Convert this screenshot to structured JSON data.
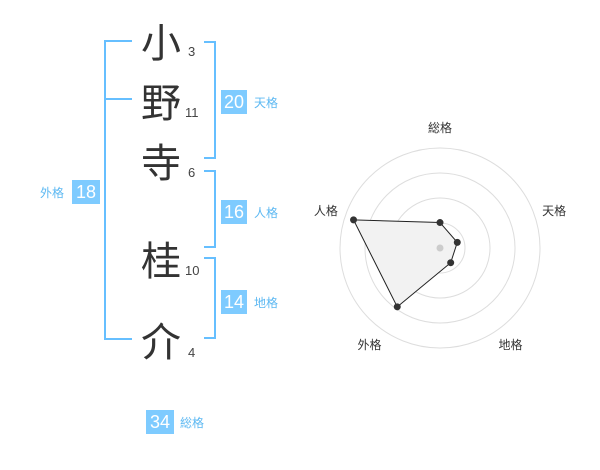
{
  "name": {
    "characters": [
      {
        "char": "小",
        "strokes": "3"
      },
      {
        "char": "野",
        "strokes": "11"
      },
      {
        "char": "寺",
        "strokes": "6"
      },
      {
        "char": "桂",
        "strokes": "10"
      },
      {
        "char": "介",
        "strokes": "4"
      }
    ]
  },
  "fortunes": {
    "tenkaku": {
      "value": "20",
      "label": "天格"
    },
    "jinkaku": {
      "value": "16",
      "label": "人格"
    },
    "chikaku": {
      "value": "14",
      "label": "地格"
    },
    "gaikaku": {
      "value": "18",
      "label": "外格"
    },
    "soukaku": {
      "value": "34",
      "label": "総格"
    }
  },
  "colors": {
    "accent": "#7ecbff",
    "label": "#5cb8f2",
    "bracket": "#66bfff",
    "kanji": "#333333"
  },
  "chart_data": {
    "type": "radar",
    "axes": [
      "総格",
      "天格",
      "地格",
      "外格",
      "人格"
    ],
    "scale_rings": 4,
    "values": [
      1.4,
      1.0,
      1.0,
      4.0,
      5.0
    ],
    "max": 5.5
  }
}
